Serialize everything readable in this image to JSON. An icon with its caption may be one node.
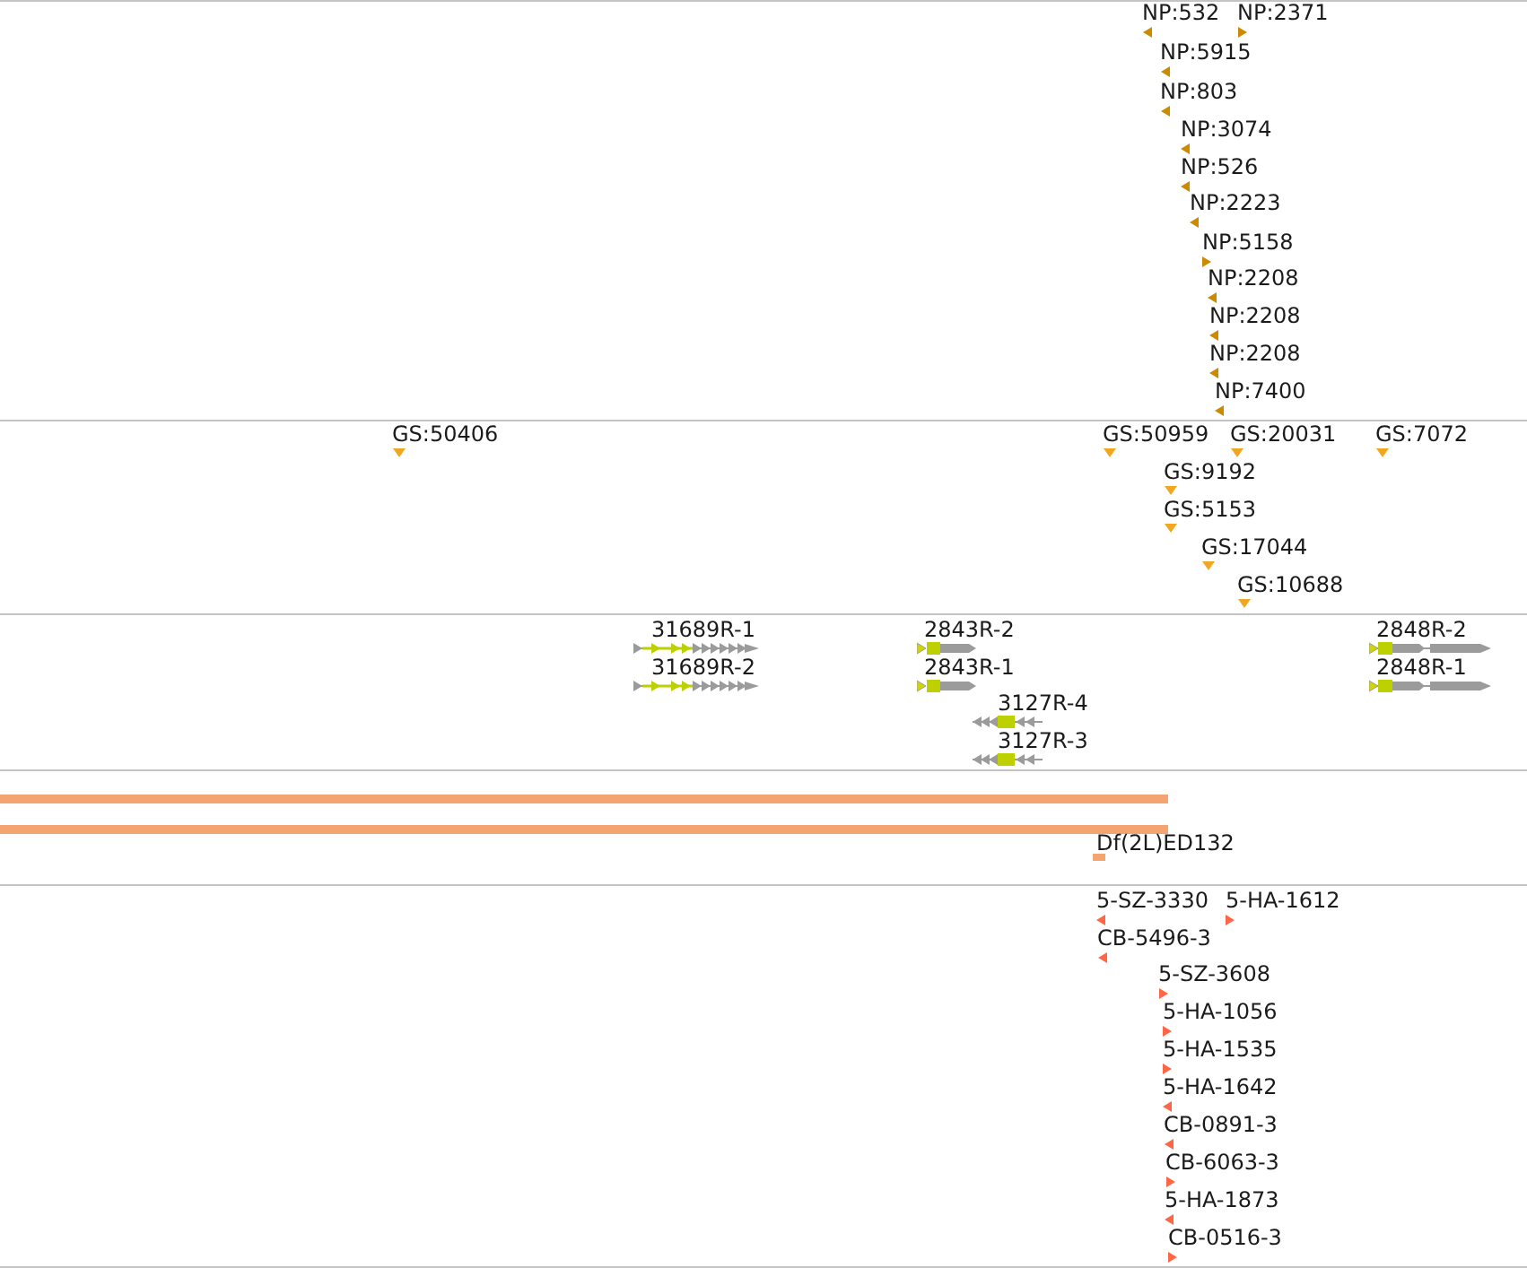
{
  "diagram": {
    "labels": [
      "NP:532",
      "NP:2371",
      "NP:5915",
      "NP:803",
      "NP:3074",
      "NP:526",
      "NP:2223",
      "NP:5158",
      "NP:2208",
      "NP:2208",
      "NP:2208",
      "NP:7400",
      "GS:50406",
      "GS:50959",
      "GS:20031",
      "GS:7072",
      "GS:9192",
      "GS:5153",
      "GS:17044",
      "GS:10688",
      "31689R-1",
      "2843R-2",
      "2848R-2",
      "31689R-2",
      "2843R-1",
      "2848R-1",
      "3127R-4",
      "3127R-3",
      "Df(2L)ED132",
      "5-SZ-3330",
      "5-HA-1612",
      "CB-5496-3",
      "5-SZ-3608",
      "5-HA-1056",
      "5-HA-1535",
      "5-HA-1642",
      "CB-0891-3",
      "CB-6063-3",
      "5-HA-1873",
      "CB-0516-3"
    ]
  }
}
